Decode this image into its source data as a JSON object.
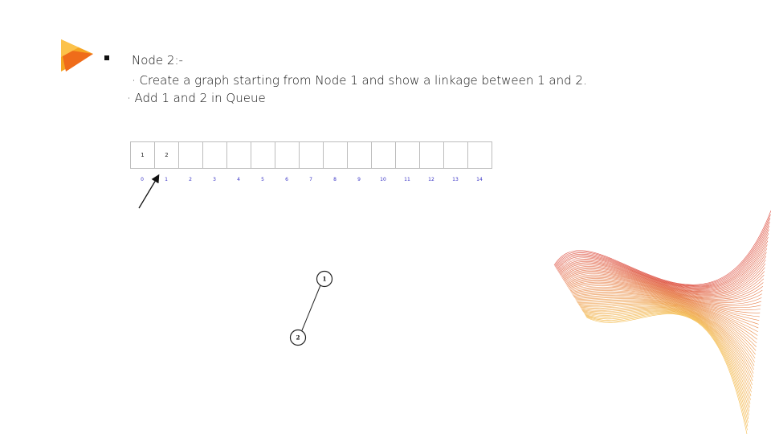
{
  "slide": {
    "heading": "Node 2:-",
    "line1": "· Create a graph starting from Node 1 and show a linkage between 1 and 2.",
    "line2": "· Add 1 and 2 in Queue"
  },
  "queue": {
    "cells": [
      "1",
      "2",
      "",
      "",
      "",
      "",
      "",
      "",
      "",
      "",
      "",
      "",
      "",
      "",
      "",
      ""
    ],
    "indices": [
      "0",
      "1",
      "2",
      "3",
      "4",
      "5",
      "6",
      "7",
      "8",
      "9",
      "10",
      "11",
      "12",
      "13",
      "14"
    ]
  },
  "graph": {
    "nodes": [
      {
        "label": "1"
      },
      {
        "label": "2"
      }
    ],
    "edge": {
      "from": "1",
      "to": "2"
    }
  },
  "colors": {
    "logo_orange": "#f5a623",
    "logo_deep": "#ef6c1a",
    "index_blue": "#3a35c6",
    "wave_red": "#d93a2b",
    "wave_yellow": "#f2b233"
  },
  "icons": {
    "logo": "play-logo-icon",
    "bullet": "square-bullet-icon",
    "pointer": "arrow-pointer-icon"
  }
}
